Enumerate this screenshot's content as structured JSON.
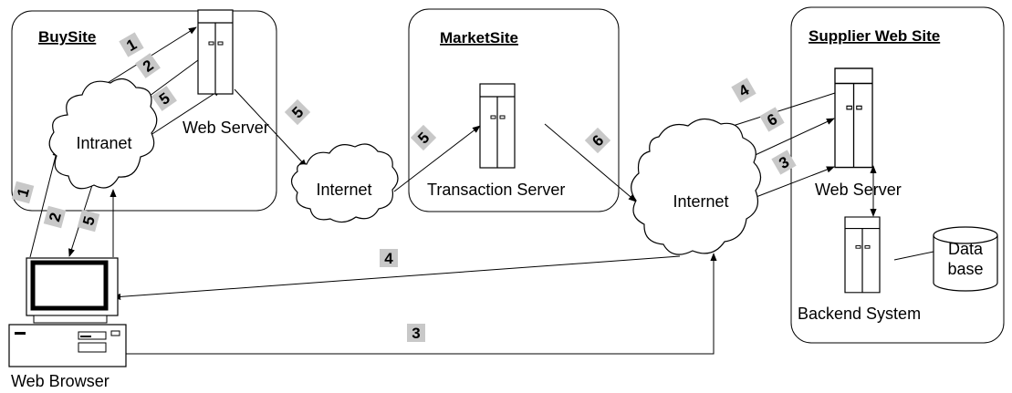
{
  "regions": {
    "buysite": "BuySite",
    "marketsite": "MarketSite",
    "supplier": "Supplier Web Site"
  },
  "nodes": {
    "intranet": "Intranet",
    "buysite_server": "Web Server",
    "internet_left": "Internet",
    "transaction_server": "Transaction Server",
    "internet_right": "Internet",
    "supplier_server": "Web Server",
    "backend_system": "Backend System",
    "database_line1": "Data",
    "database_line2": "base",
    "web_browser": "Web Browser"
  },
  "steps": {
    "buysite_1": "1",
    "buysite_2": "2",
    "buysite_5a": "5",
    "buysite_5b": "5",
    "browser_1": "1",
    "browser_2": "2",
    "browser_5": "5",
    "market_5": "5",
    "market_6": "6",
    "supplier_4": "4",
    "supplier_6": "6",
    "supplier_3": "3",
    "bottom_4": "4",
    "bottom_3": "3"
  }
}
